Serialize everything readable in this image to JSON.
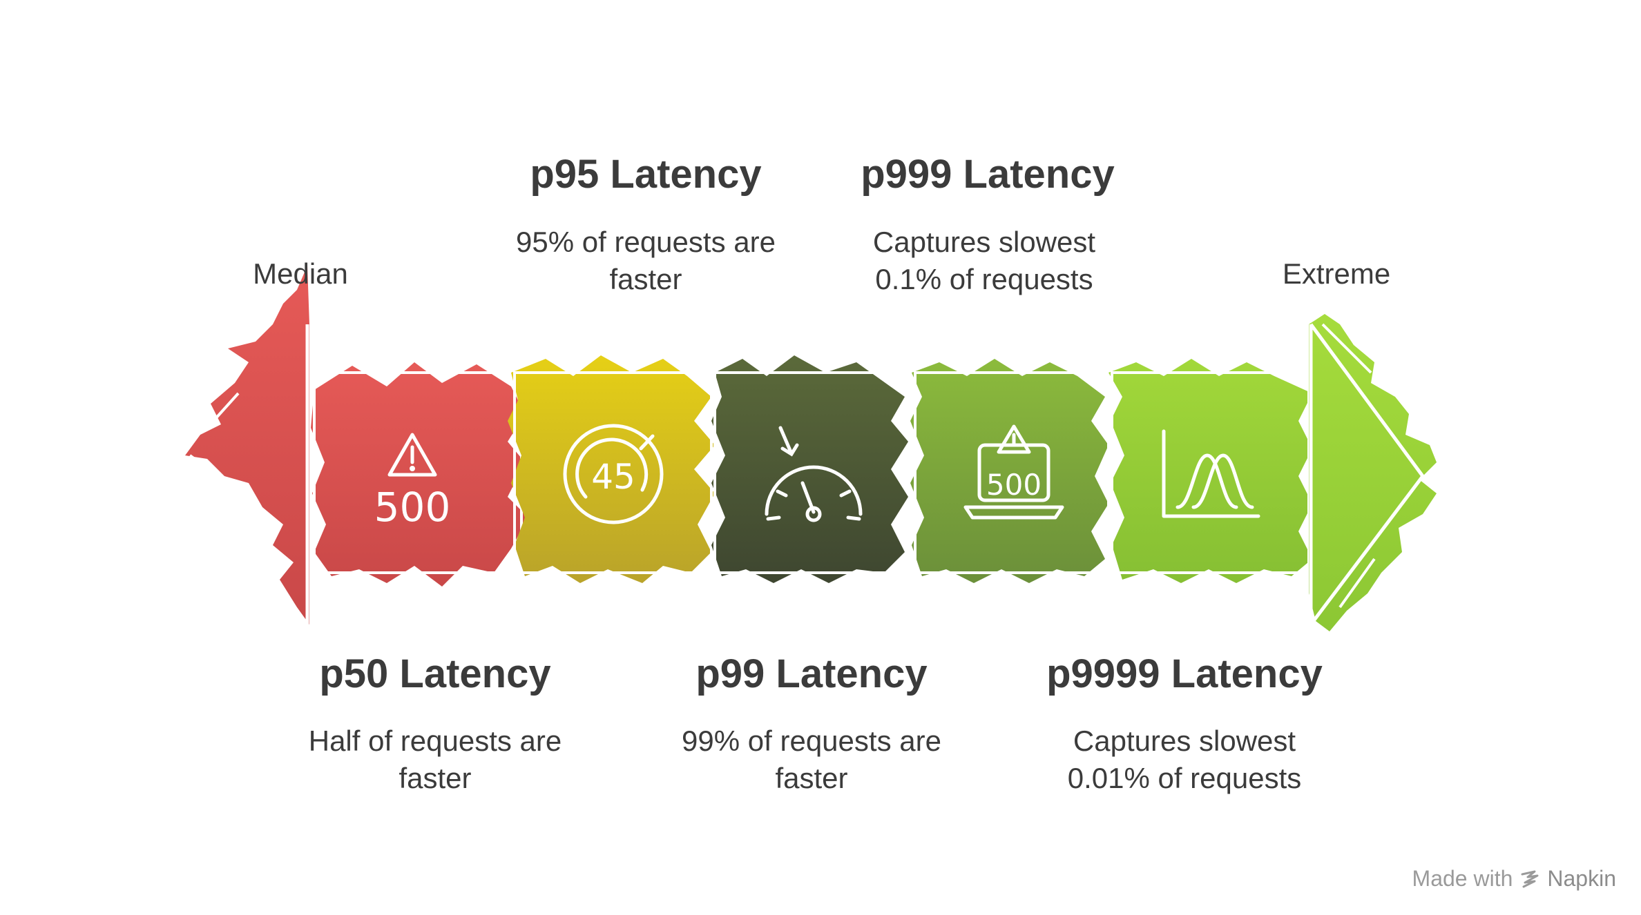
{
  "colors": {
    "red": "#e05454",
    "yellow": "#d9c21b",
    "dark_green": "#4f5f33",
    "olive_green": "#7aa638",
    "lime_green": "#8fcc33",
    "bright_green": "#98d43a",
    "text": "#3b3b3b",
    "watermark": "#9a9a9a"
  },
  "ends": {
    "left_label": "Median",
    "right_label": "Extreme"
  },
  "stages": [
    {
      "title": "p50 Latency",
      "description": "Half of requests are faster",
      "icon": "warning-500-icon"
    },
    {
      "title": "p95 Latency",
      "description": "95% of requests are faster",
      "icon": "timer-45-icon"
    },
    {
      "title": "p99 Latency",
      "description": "99% of requests are faster",
      "icon": "speedometer-icon"
    },
    {
      "title": "p999 Latency",
      "description": "Captures slowest 0.1% of requests",
      "icon": "laptop-warning-500-icon"
    },
    {
      "title": "p9999 Latency",
      "description": "Captures slowest 0.01% of requests",
      "icon": "distribution-curve-icon"
    }
  ],
  "watermark": {
    "prefix": "Made with",
    "brand": "Napkin"
  }
}
